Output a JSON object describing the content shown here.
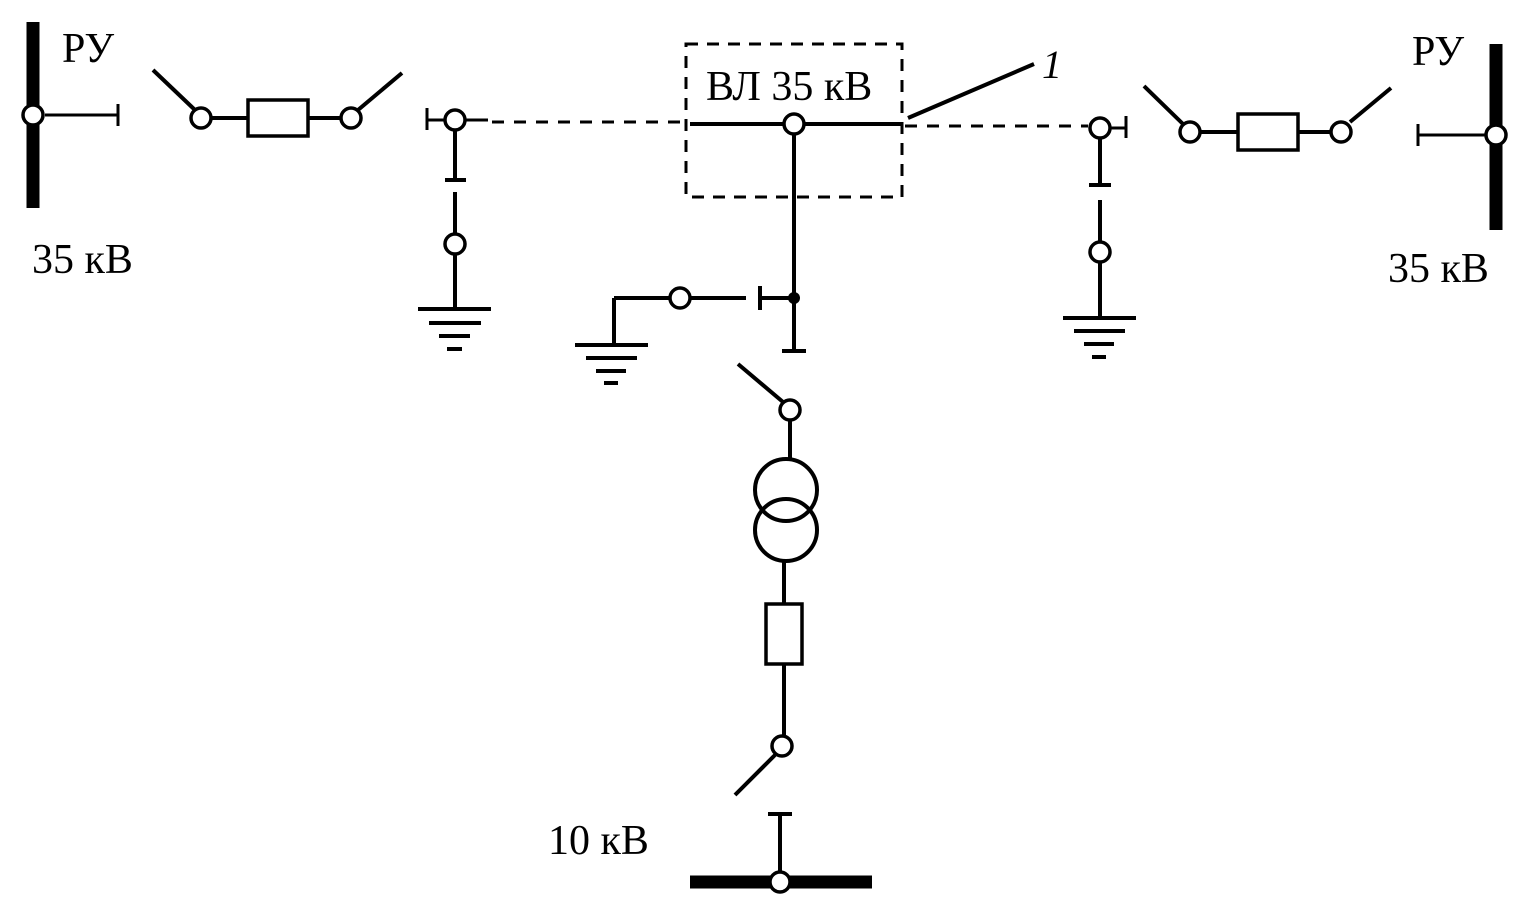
{
  "diagram": {
    "labels": {
      "left_switchgear": "РУ",
      "left_voltage": "35 кВ",
      "right_switchgear": "РУ",
      "right_voltage": "35 кВ",
      "line": "ВЛ 35 кВ",
      "callout": "1",
      "low_voltage": "10 кВ"
    }
  }
}
